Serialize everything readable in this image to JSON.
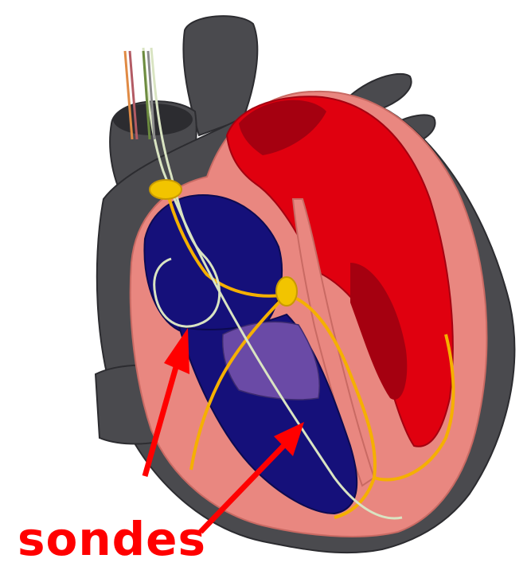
{
  "label": {
    "text": "sondes",
    "color": "#ff0000"
  },
  "colors": {
    "vessel": "#4a4a4e",
    "vessel_dark": "#2c2c30",
    "myocardium": "#e98780",
    "left_heart": "#e0000f",
    "left_heart_dark": "#a50010",
    "right_atrium": "#15107a",
    "tricuspid": "#6a4aa6",
    "node": "#f2c400",
    "conduction": "#f5b000",
    "lead": "#d9e4c2",
    "arrow": "#ff0000"
  },
  "icons": {
    "sa_node": "yellow-node",
    "av_node": "yellow-node",
    "leads": "pacemaker-lead"
  }
}
